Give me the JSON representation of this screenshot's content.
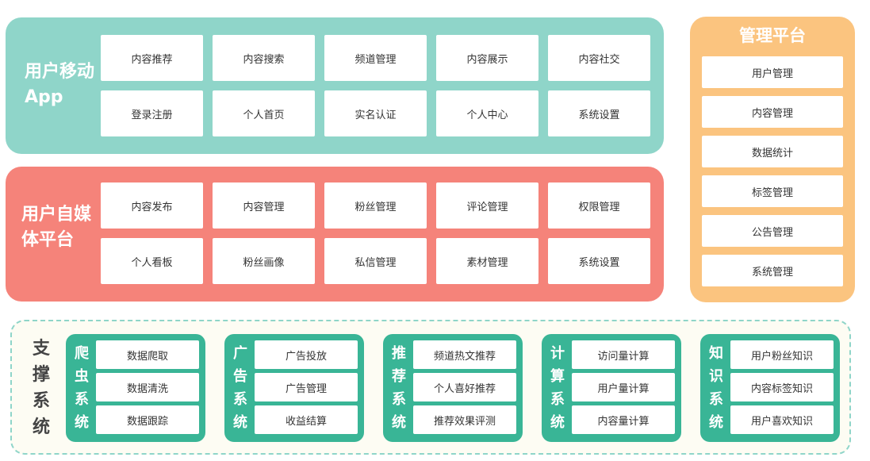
{
  "user_app": {
    "title": "用户移动App",
    "items": [
      "内容推荐",
      "内容搜索",
      "频道管理",
      "内容展示",
      "内容社交",
      "登录注册",
      "个人首页",
      "实名认证",
      "个人中心",
      "系统设置"
    ]
  },
  "user_media": {
    "title": "用户自媒体平台",
    "items": [
      "内容发布",
      "内容管理",
      "粉丝管理",
      "评论管理",
      "权限管理",
      "个人看板",
      "粉丝画像",
      "私信管理",
      "素材管理",
      "系统设置"
    ]
  },
  "admin": {
    "title": "管理平台",
    "items": [
      "用户管理",
      "内容管理",
      "数据统计",
      "标签管理",
      "公告管理",
      "系统管理"
    ]
  },
  "support": {
    "title": "支撑系统",
    "systems": [
      {
        "title": "爬虫系统",
        "items": [
          "数据爬取",
          "数据清洗",
          "数据跟踪"
        ]
      },
      {
        "title": "广告系统",
        "items": [
          "广告投放",
          "广告管理",
          "收益结算"
        ]
      },
      {
        "title": "推荐系统",
        "items": [
          "频道热文推荐",
          "个人喜好推荐",
          "推荐效果评测"
        ]
      },
      {
        "title": "计算系统",
        "items": [
          "访问量计算",
          "用户量计算",
          "内容量计算"
        ]
      },
      {
        "title": "知识系统",
        "items": [
          "用户粉丝知识",
          "内容标签知识",
          "用户喜欢知识"
        ]
      }
    ]
  },
  "colors": {
    "app_panel": "#8fd5c9",
    "media_panel": "#f5837a",
    "admin_panel": "#fbc47f",
    "support_box": "#39b596"
  }
}
